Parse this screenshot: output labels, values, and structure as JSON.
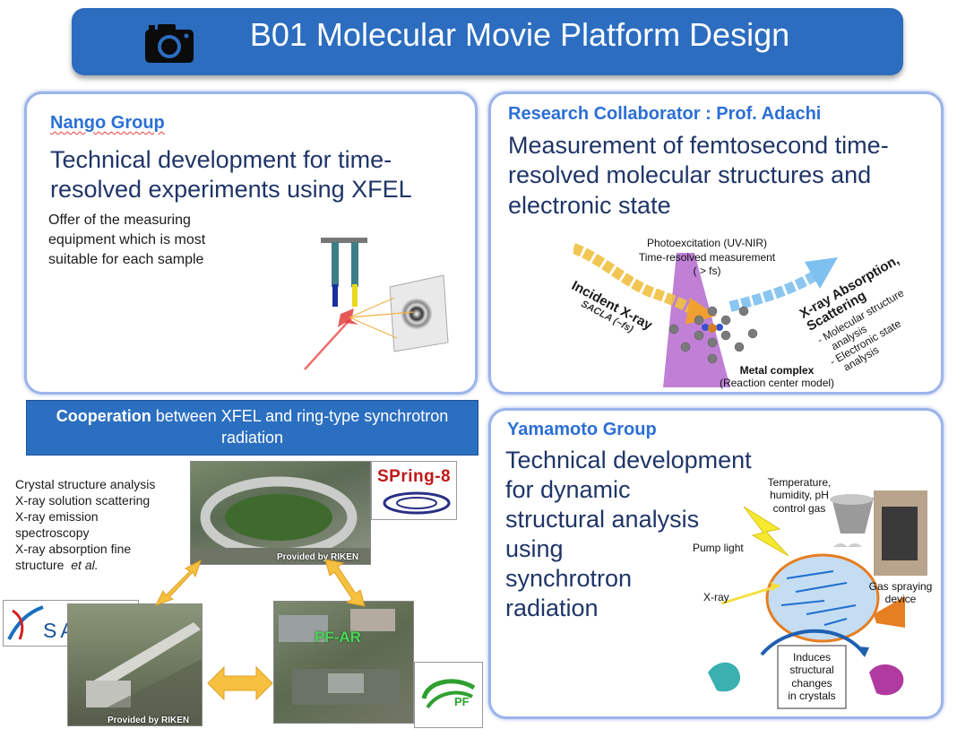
{
  "header": {
    "title": "B01  Molecular Movie Platform Design",
    "icon": "camera-icon",
    "color": "#2c6dc0"
  },
  "nango": {
    "group": "Nango Group",
    "heading": "Technical development for time-resolved experiments using XFEL",
    "description": "Offer of the measuring equipment which is most suitable for each sample"
  },
  "adachi": {
    "group": "Research Collaborator : Prof. Adachi",
    "heading": "Measurement of femtosecond time-resolved molecular structures and electronic state",
    "photoexcitation": "Photoexcitation (UV-NIR)",
    "time_resolved": "Time-resolved measurement",
    "fs": "( > fs)",
    "incident": "Incident X-ray",
    "sacla_fs": "SACLA (~fs)",
    "absorption": "X-ray Absorption,",
    "scattering": "Scattering",
    "mol_structure": "- Molecular structure",
    "analysis1": "analysis",
    "electronic_state": "- Electronic state",
    "analysis2": "analysis",
    "metal_complex": "Metal complex",
    "reaction_center": "(Reaction center model)"
  },
  "cooperation": {
    "bold": "Cooperation",
    "rest": " between XFEL and ring-type synchrotron radiation",
    "methods": [
      "Crystal structure analysis",
      "X-ray solution scattering",
      "X-ray emission",
      "spectroscopy",
      "X-ray absorption fine",
      "structure"
    ],
    "et_al": "et al.",
    "spring8": "SPring-8",
    "sacla": "SACLA",
    "pfar": "PF-AR",
    "pf": "PF",
    "credit1": "Provided by RIKEN",
    "credit2": "Provided by RIKEN"
  },
  "yamamoto": {
    "group": "Yamamoto Group",
    "heading_lines": [
      "Technical development",
      "for dynamic",
      "structural analysis",
      "using",
      "synchrotron",
      "radiation"
    ],
    "control_gas": [
      "Temperature,",
      "humidity, pH",
      "control gas"
    ],
    "pump_light": "Pump light",
    "xray": "X-ray",
    "gas_device": [
      "Gas spraying",
      "device"
    ],
    "induces": [
      "Induces",
      "structural",
      "changes",
      "in crystals"
    ]
  }
}
